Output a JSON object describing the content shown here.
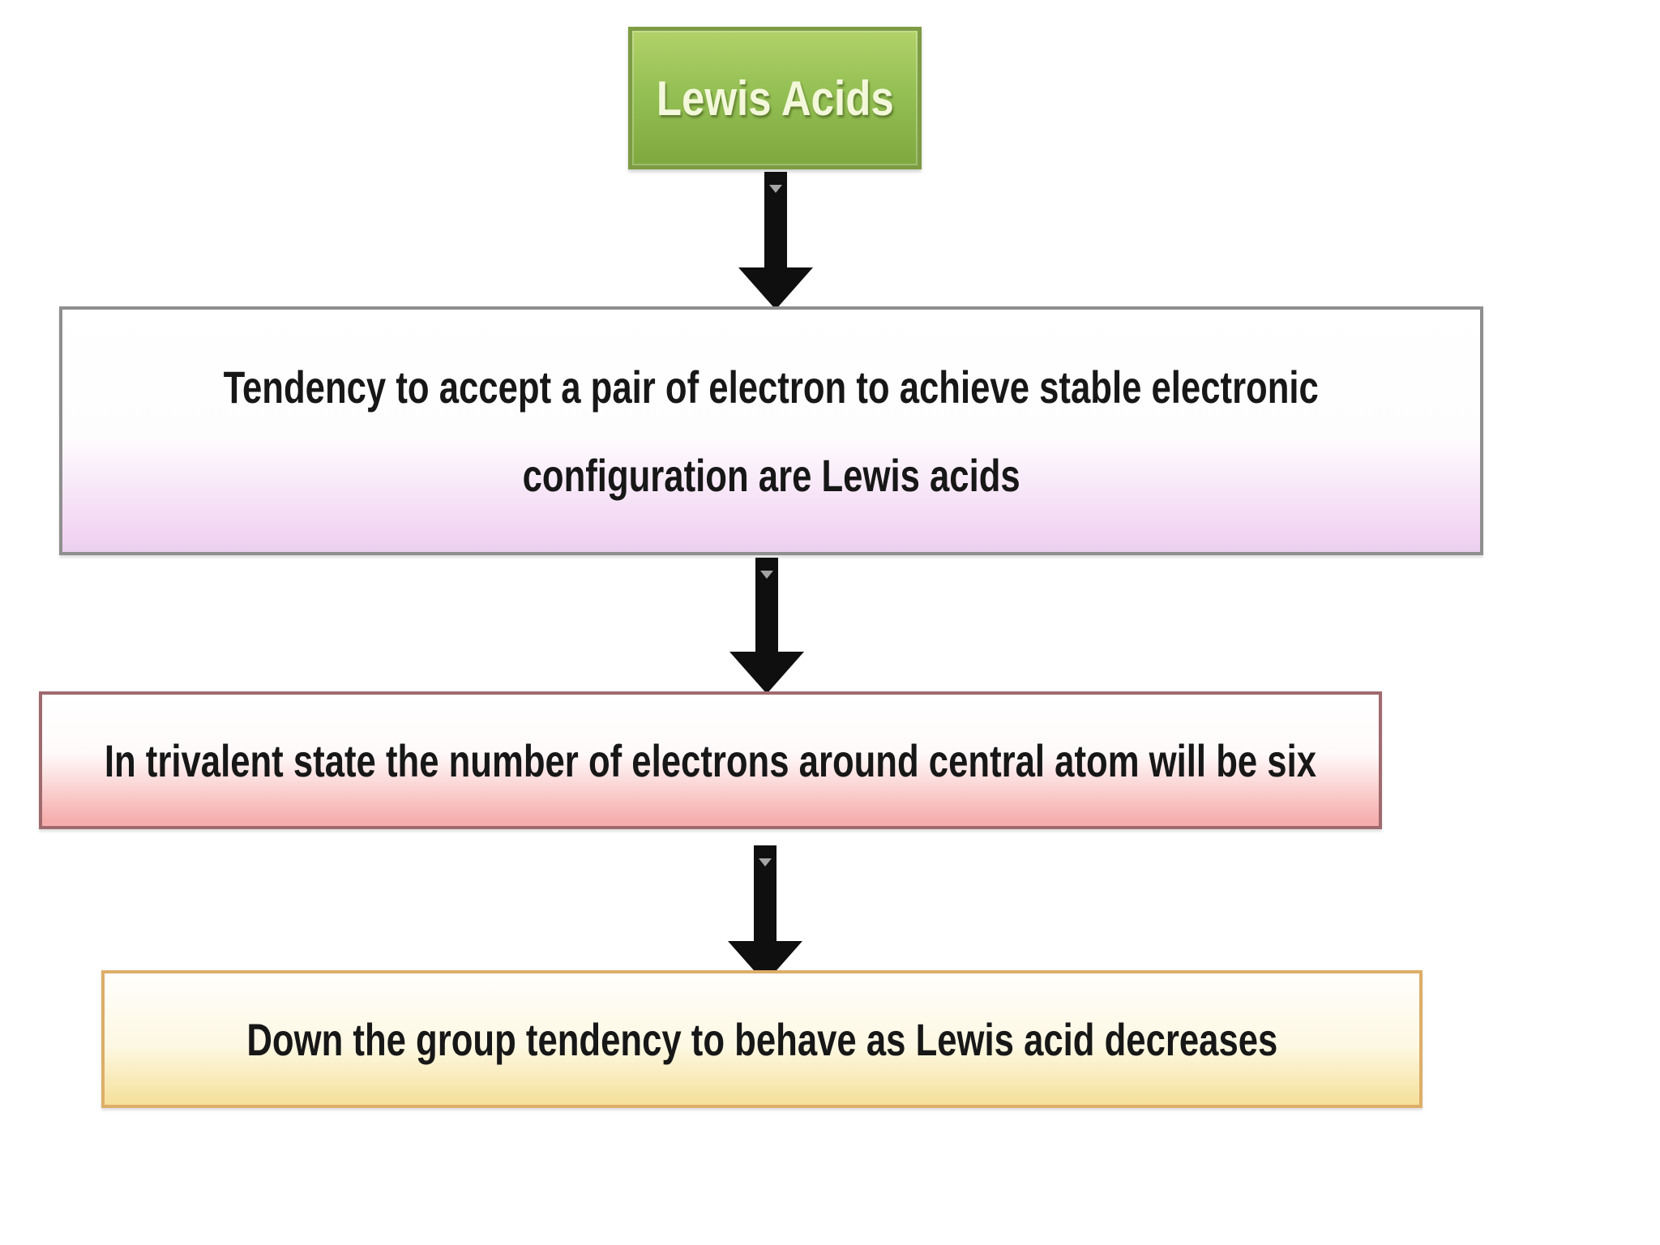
{
  "diagram": {
    "topic": "Lewis Acids flowchart",
    "nodes": [
      {
        "id": "lewis-acids",
        "text": "Lewis Acids"
      },
      {
        "id": "definition",
        "text": "Tendency to accept a pair of electron to achieve stable electronic configuration are Lewis acids",
        "lines": [
          "Tendency to accept a pair of electron to achieve stable electronic",
          "configuration are Lewis acids"
        ]
      },
      {
        "id": "trivalent-state",
        "text": "In trivalent state the number of electrons around central atom will be six"
      },
      {
        "id": "group-trend",
        "text": "Down the group tendency to behave as Lewis acid decreases"
      }
    ],
    "connections": [
      {
        "from": "lewis-acids",
        "to": "definition",
        "type": "down-arrow"
      },
      {
        "from": "definition",
        "to": "trivalent-state",
        "type": "down-arrow"
      },
      {
        "from": "trivalent-state",
        "to": "group-trend",
        "type": "down-arrow"
      }
    ]
  },
  "colors": {
    "background": "#ffffff",
    "text_color": "#171717",
    "arrow_color": "#0f0f0f",
    "title_fill_top": "#b2d169",
    "title_fill_bottom": "#7fa83f",
    "title_border": "#7d9c44",
    "title_text": "#f3f8da",
    "definition_fill_bottom": "#f2d3f2",
    "definition_border": "#8f8f8f",
    "trivalent_fill_bottom": "#f6adad",
    "trivalent_border": "#9f6a6e",
    "trend_fill_bottom": "#f5e099",
    "trend_border": "#ddae68"
  }
}
